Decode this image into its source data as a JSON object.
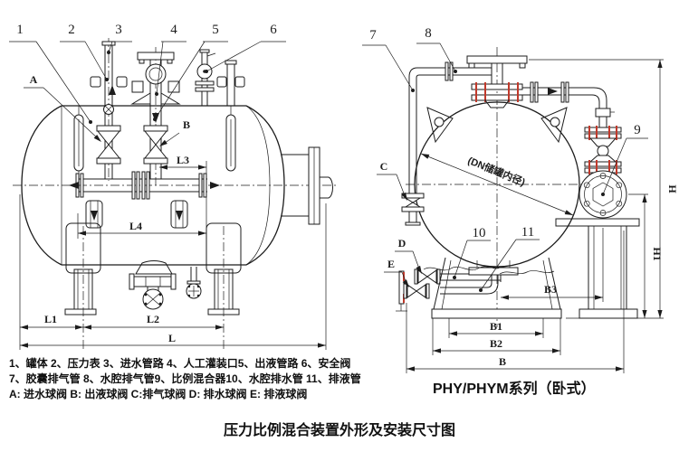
{
  "drawing": {
    "title": "压力比例混合装置外形及安装尺寸图",
    "series_label": "PHY/PHYM系列（卧式）",
    "diameter_note": "(DN储罐内径)",
    "legend": {
      "line1": "1、罐体  2、压力表  3、进水管路  4、人工灌装口5、出液管路  6、安全阀",
      "line2": "7、胶囊排气管  8、水腔排气管9、比例混合器10、水腔排水管  11、排液管",
      "line3": "A: 进水球阀 B: 出液球阀 C:排气球阀 D: 排水球阀 E: 排液球阀"
    },
    "callouts": {
      "n1": "1",
      "n2": "2",
      "n3": "3",
      "n4": "4",
      "n5": "5",
      "n6": "6",
      "n7": "7",
      "n8": "8",
      "n9": "9",
      "n10": "10",
      "n11": "11",
      "a": "A",
      "b": "B",
      "c": "C",
      "d": "D",
      "e": "E"
    },
    "dimensions": {
      "l": "L",
      "l1": "L1",
      "l2": "L2",
      "l3": "L3",
      "l4": "L4",
      "b": "B",
      "b1": "B1",
      "b2": "B2",
      "b3": "B3",
      "h": "H",
      "h1": "H1"
    },
    "colors": {
      "line": "#1c1c1c",
      "bolt_red": "#c0392b",
      "background": "#ffffff"
    }
  }
}
